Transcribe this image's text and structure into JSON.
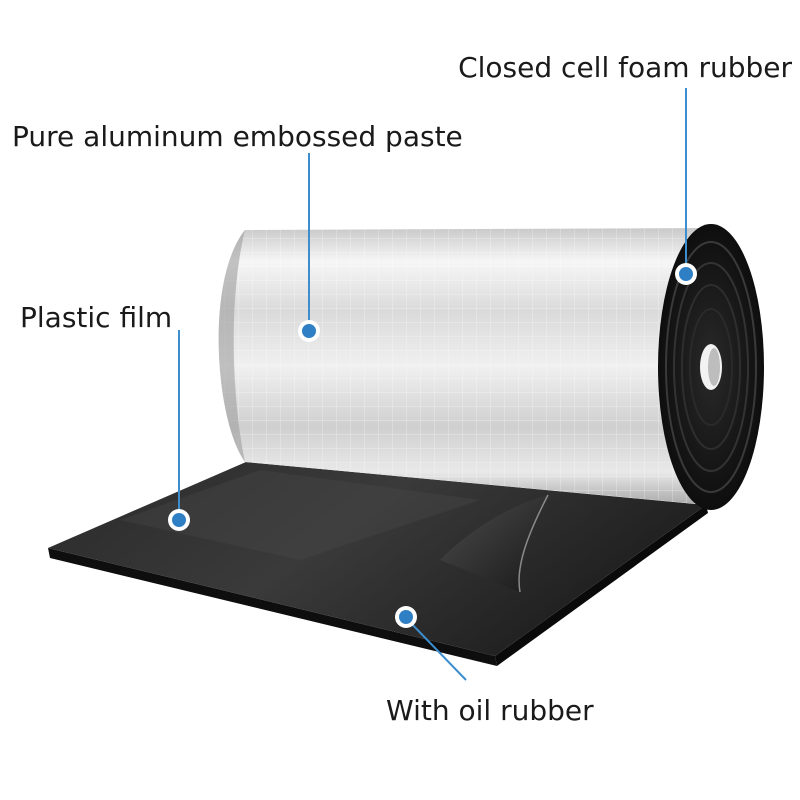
{
  "callouts": {
    "closed_cell_foam": "Closed cell foam rubber",
    "aluminum_paste": "Pure aluminum embossed paste",
    "plastic_film": "Plastic film",
    "oil_rubber": "With oil rubber"
  },
  "colors": {
    "leader_line": "#3c8ecf",
    "marker": "#2f7fc4",
    "foam_rubber": "#141414",
    "aluminum": "#d9d9d9",
    "label_text": "#1a1a1a"
  }
}
